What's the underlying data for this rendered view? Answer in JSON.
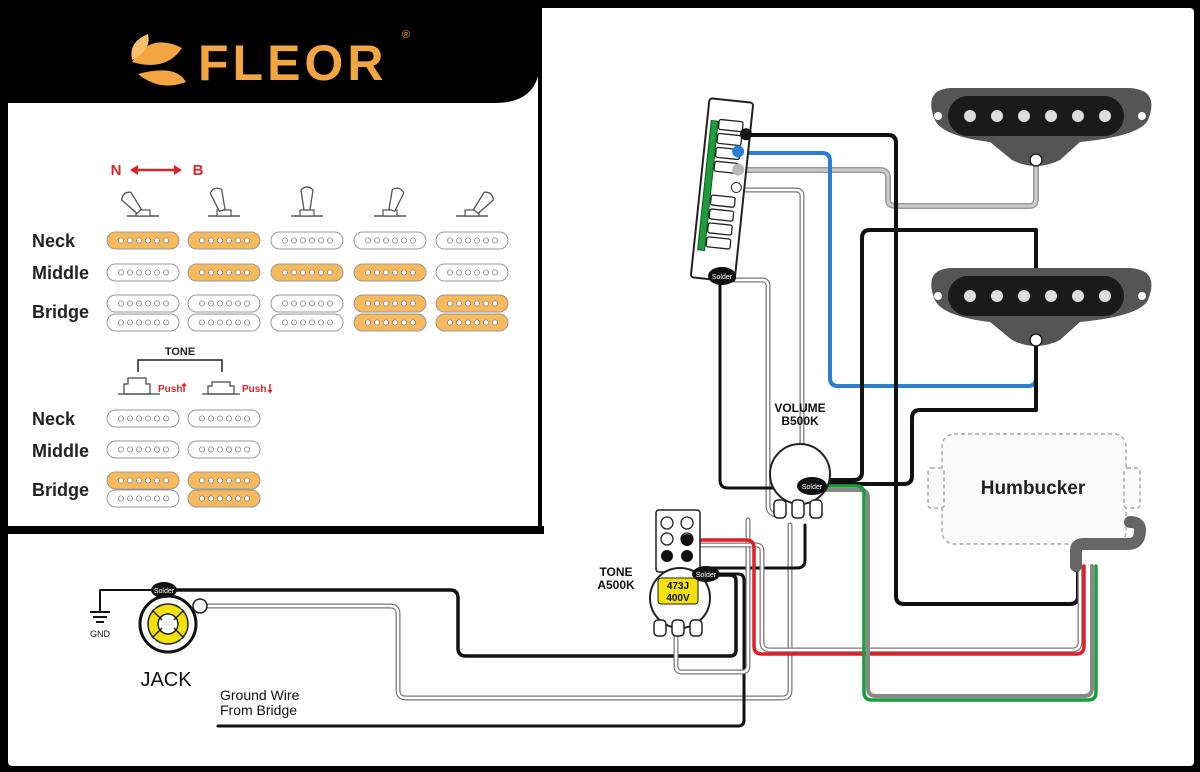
{
  "brand": {
    "name": "FLEOR",
    "registered": "®",
    "color": "#f2a541"
  },
  "colors": {
    "pickup_active": "#f6b95c",
    "pickup_inactive": "#ffffff",
    "direction_arrow": "#d9262b",
    "wire_black": "#111111",
    "wire_blue": "#2b7fd1",
    "wire_gray": "#b8b8b8",
    "wire_red": "#e11d25",
    "wire_green": "#1a9b3c",
    "wire_white": "#ffffff",
    "cap_yellow": "#f4e20a"
  },
  "legend": {
    "direction": {
      "left": "N",
      "right": "B"
    },
    "rows": [
      "Neck",
      "Middle",
      "Bridge"
    ],
    "positions": [
      {
        "neck": true,
        "middle": false,
        "bridge": false
      },
      {
        "neck": true,
        "middle": true,
        "bridge": false
      },
      {
        "neck": false,
        "middle": true,
        "bridge": false
      },
      {
        "neck": false,
        "middle": true,
        "bridge": true
      },
      {
        "neck": false,
        "middle": false,
        "bridge": true
      }
    ],
    "tone": {
      "title": "TONE",
      "push_up": "Push",
      "push_down": "Push",
      "rows": [
        "Neck",
        "Middle",
        "Bridge"
      ],
      "positions": [
        {
          "neck": false,
          "middle": false,
          "bridge_top": true,
          "bridge_bottom": false
        },
        {
          "neck": false,
          "middle": false,
          "bridge_top": true,
          "bridge_bottom": true
        }
      ]
    }
  },
  "components": {
    "volume": {
      "line1": "VOLUME",
      "line2": "B500K"
    },
    "tone": {
      "line1": "TONE",
      "line2": "A500K"
    },
    "capacitor": {
      "line1": "473J",
      "line2": "400V"
    },
    "humbucker": "Humbucker",
    "jack": "JACK",
    "gnd": "GND",
    "ground_wire": {
      "line1": "Ground Wire",
      "line2": "From Bridge"
    },
    "solder": "Solder"
  }
}
